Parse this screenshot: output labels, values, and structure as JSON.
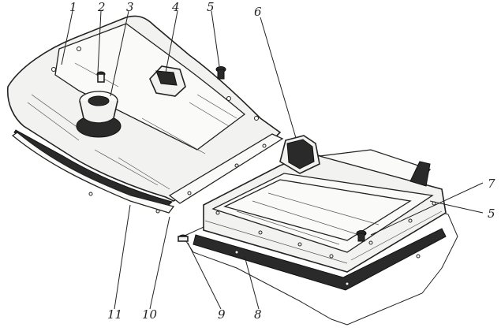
{
  "callouts": [
    {
      "id": "c1",
      "label": "1"
    },
    {
      "id": "c2",
      "label": "2"
    },
    {
      "id": "c3",
      "label": "3"
    },
    {
      "id": "c4",
      "label": "4"
    },
    {
      "id": "c5a",
      "label": "5"
    },
    {
      "id": "c6",
      "label": "6"
    },
    {
      "id": "c7",
      "label": "7"
    },
    {
      "id": "c5b",
      "label": "5"
    },
    {
      "id": "c8",
      "label": "8"
    },
    {
      "id": "c9",
      "label": "9"
    },
    {
      "id": "c10",
      "label": "10"
    },
    {
      "id": "c11",
      "label": "11"
    }
  ],
  "colors": {
    "ink": "#222222",
    "paper": "#ffffff",
    "metal": "#f2f2f0",
    "gasket": "#2a2a2a"
  }
}
